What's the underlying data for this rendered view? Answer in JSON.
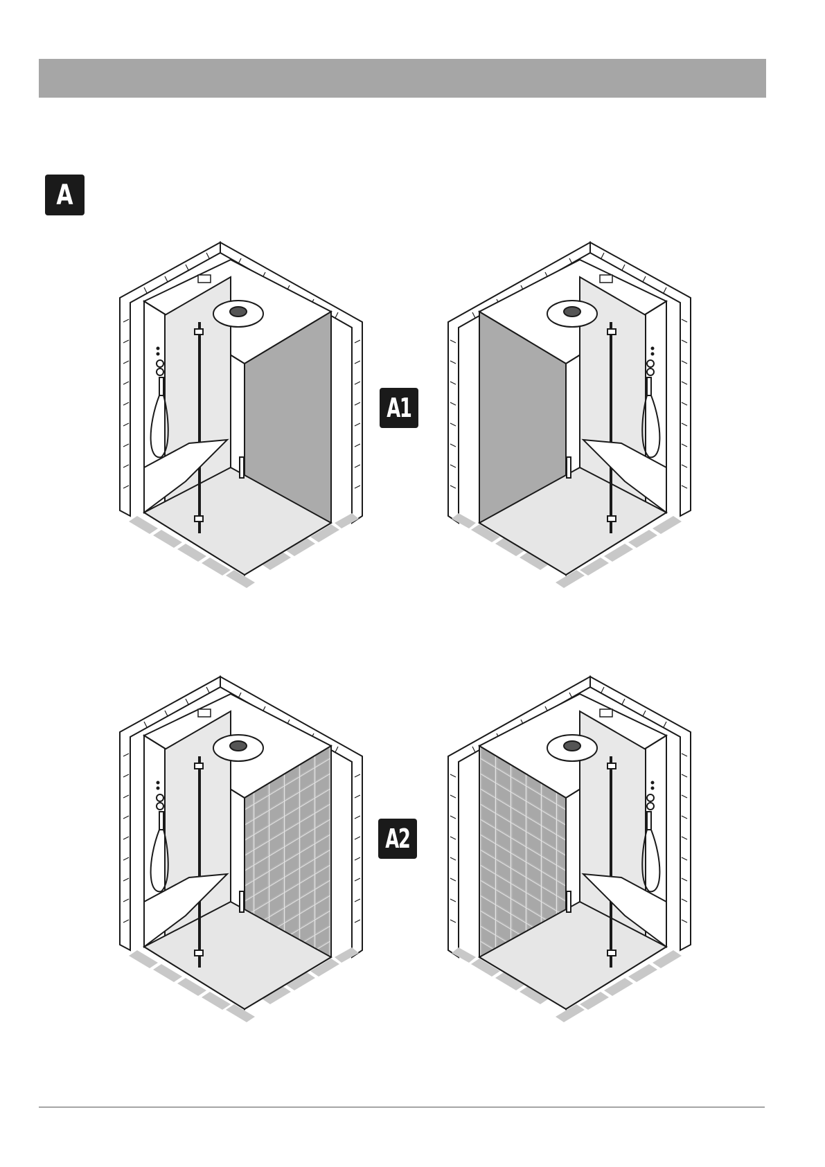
{
  "section": {
    "badge_main": "A",
    "badge_variant_1": "A1",
    "badge_variant_2": "A2"
  },
  "figures": [
    {
      "id": "A1-left",
      "hinge_side": "left",
      "back_wall": "plain"
    },
    {
      "id": "A1-right",
      "hinge_side": "right",
      "back_wall": "plain"
    },
    {
      "id": "A2-left",
      "hinge_side": "left",
      "back_wall": "tiled"
    },
    {
      "id": "A2-right",
      "hinge_side": "right",
      "back_wall": "tiled"
    }
  ],
  "colors": {
    "header_bar": "#a6a6a6",
    "badge_bg": "#1a1a1a",
    "badge_text": "#ffffff",
    "line": "#1a1a1a",
    "panel_fill": "#ababab",
    "floor_tiles": "#c8c8c8"
  }
}
